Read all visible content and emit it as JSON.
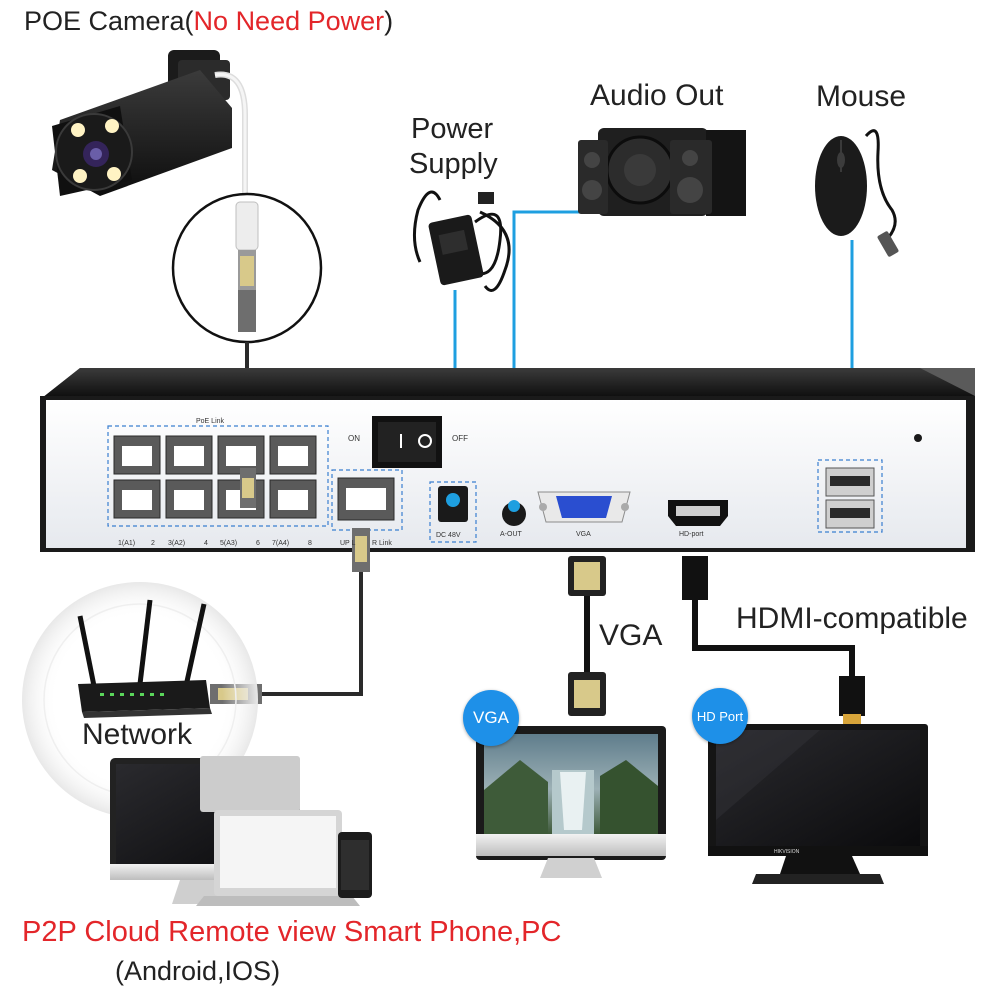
{
  "title": {
    "prefix": "POE Camera(",
    "highlight": "No Need Power",
    "suffix": ")"
  },
  "labels": {
    "power_supply_line1": "Power",
    "power_supply_line2": "Supply",
    "audio_out": "Audio Out",
    "mouse": "Mouse",
    "vga": "VGA",
    "hdmi": "HDMI-compatible",
    "network": "Network"
  },
  "nvr": {
    "poe_link": "PoE Link",
    "switch_on": "ON",
    "switch_off": "OFF",
    "port_labels": [
      "1(A1)",
      "2",
      "3(A2)",
      "4",
      "5(A3)",
      "6",
      "7(A4)",
      "8"
    ],
    "uplink_label": "UP L",
    "link_label": "R Link",
    "dc_label": "DC 48V",
    "aout_label": "A-OUT",
    "vga_label": "VGA",
    "hd_label": "HD-port"
  },
  "badges": {
    "vga": "VGA",
    "hd_port": "HD Port"
  },
  "monitor_brand": "HIKVISION",
  "footer": {
    "line1": "P2P Cloud Remote view Smart Phone,PC",
    "line2": "(Android,IOS)"
  },
  "colors": {
    "accent_red": "#e3262a",
    "cable_blue": "#1e9fe0",
    "badge_blue": "#1e90e8",
    "dashed_blue": "#3a7fd0"
  }
}
